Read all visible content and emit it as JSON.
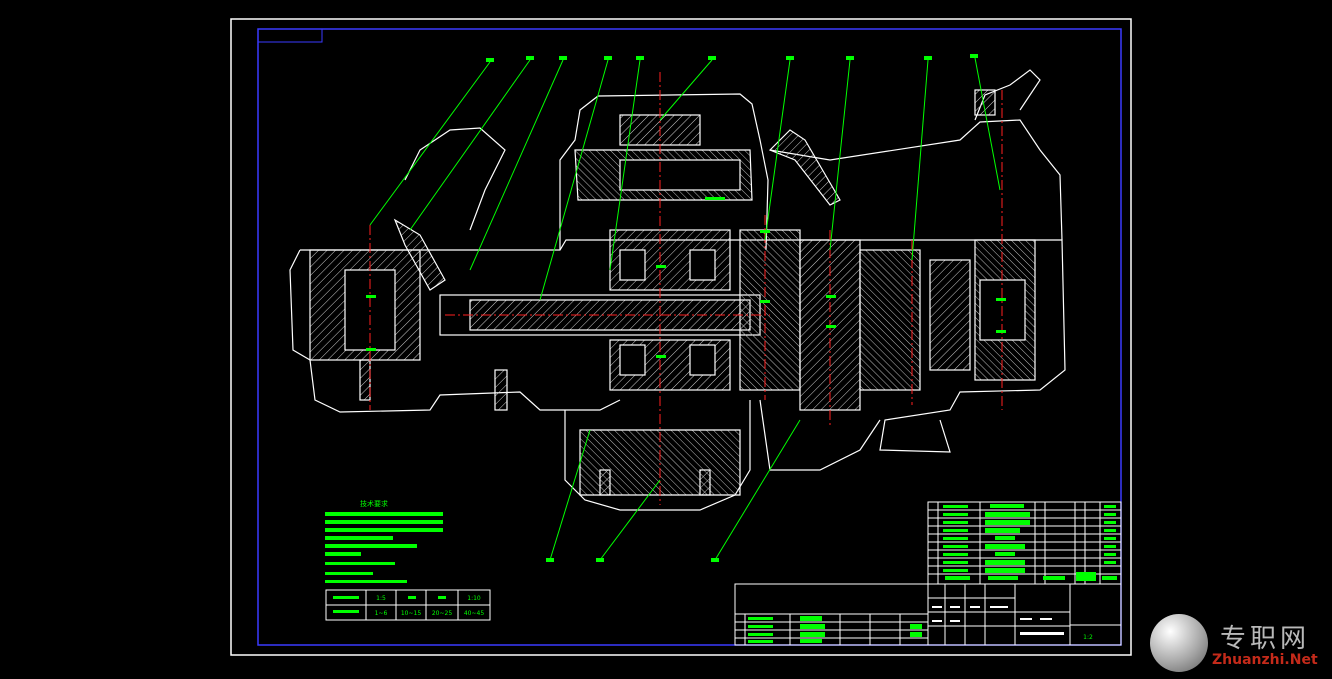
{
  "drawing": {
    "title_block_name": "",
    "title_block_scale": "1:2",
    "notes_title": "技术要求",
    "spec_table": {
      "row1": [
        "",
        "1:5",
        "",
        "",
        "1:10"
      ],
      "row2": [
        "",
        "1~6",
        "10~15",
        "20~25",
        "40~45"
      ]
    }
  },
  "watermark": {
    "cn": "专职网",
    "en": "Zhuanzhi.Net"
  },
  "colors": {
    "background": "#000000",
    "frame": "#ffffff",
    "border": "#3a3aff",
    "outline": "#ffffff",
    "leader": "#00ff00",
    "centerline": "#ff2020",
    "hatch": "#ffffff"
  }
}
